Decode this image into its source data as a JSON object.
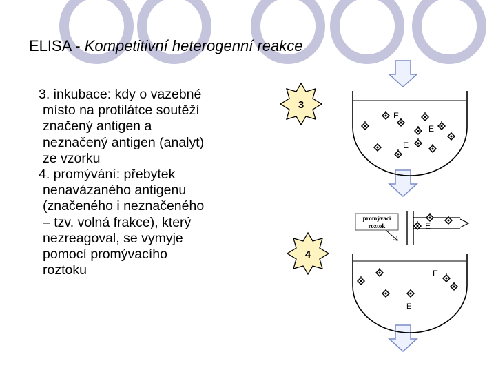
{
  "title": {
    "prefix": "ELISA - ",
    "italic": "Kompetitivní  heterogenní reakce"
  },
  "items": [
    {
      "label": "3. inkubace:",
      "lines": [
        " kdy o vazebné",
        "místo na protilátce  soutěží",
        "značený antigen a",
        "neznačený antigen (analyt)",
        "ze vzorku"
      ]
    },
    {
      "label": "4. promývání",
      "lines": [
        ": přebytek",
        "nenavázaného antigenu",
        "(značeného i neznačeného",
        "– tzv. volná frakce), který",
        "nezreagoval, se vymyje",
        "pomocí promývacího",
        "roztoku"
      ]
    }
  ],
  "steps": [
    "3",
    "4"
  ],
  "wash_label": [
    "promývací",
    "roztok"
  ],
  "enzyme_letter": "E",
  "colors": {
    "ring": "#c4c4dc",
    "star_fill": "#fff4c0",
    "arrow_fill": "#eef2ff",
    "arrow_stroke": "#7a8cc8"
  }
}
